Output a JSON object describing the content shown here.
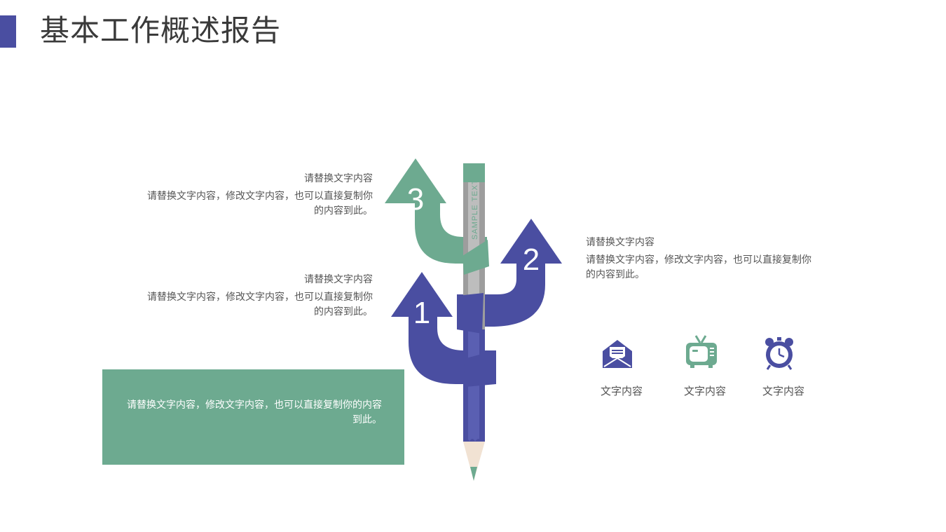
{
  "header": {
    "title": "基本工作概述报告"
  },
  "steps": [
    {
      "number": "1",
      "heading": "请替换文字内容",
      "body": "请替换文字内容，修改文字内容，也可以直接复制你的内容到此。",
      "color": "#4a4ea1"
    },
    {
      "number": "2",
      "heading": "请替换文字内容",
      "body": "请替换文字内容，修改文字内容，也可以直接复制你的内容到此。",
      "color": "#4a4ea1"
    },
    {
      "number": "3",
      "heading": "请替换文字内容",
      "body": "请替换文字内容，修改文字内容，也可以直接复制你的内容到此。",
      "color": "#6daa90"
    }
  ],
  "pencil": {
    "label": "SAMPLE TEXT"
  },
  "summary_box": {
    "text": "请替换文字内容，修改文字内容，也可以直接复制你的内容到此。",
    "color": "#6daa90"
  },
  "icons": [
    {
      "name": "envelope-icon",
      "label": "文字内容",
      "color": "#4a4ea1"
    },
    {
      "name": "tv-icon",
      "label": "文字内容",
      "color": "#6daa90"
    },
    {
      "name": "alarm-clock-icon",
      "label": "文字内容",
      "color": "#4a4ea1"
    }
  ],
  "colors": {
    "accent_blue": "#4a4ea1",
    "accent_green": "#6daa90"
  }
}
